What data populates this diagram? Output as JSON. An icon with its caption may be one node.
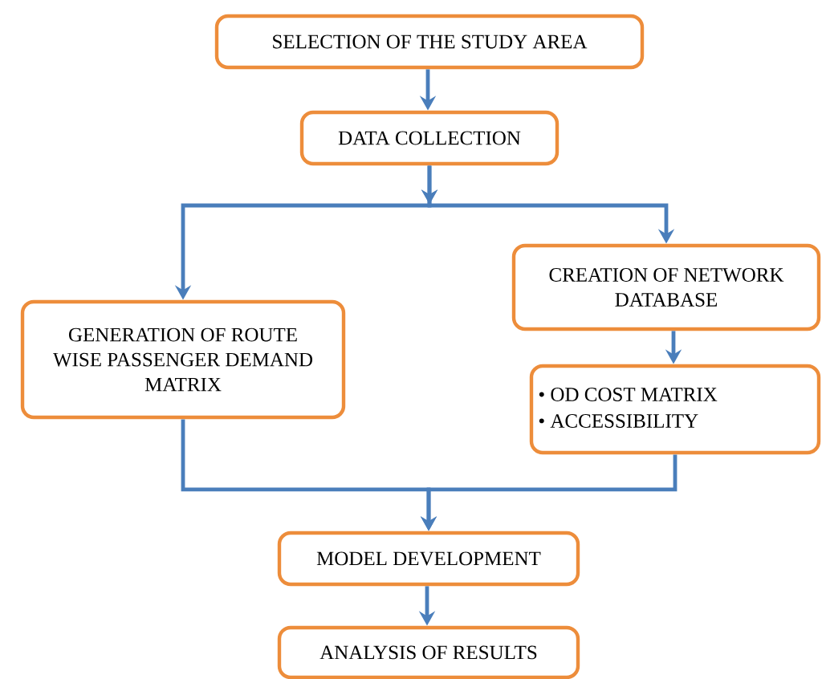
{
  "diagram": {
    "nodes": [
      {
        "text": [
          "SELECTION OF THE STUDY AREA"
        ]
      },
      {
        "text": [
          "DATA COLLECTION"
        ]
      },
      {
        "text": [
          "GENERATION OF ROUTE WISE PASSENGER DEMAND MATRIX"
        ]
      },
      {
        "text": [
          "CREATION OF NETWORK DATABASE"
        ]
      },
      {
        "text": [
          "• OD COST MATRIX",
          "• ACCESSIBILITY"
        ]
      },
      {
        "text": [
          "MODEL DEVELOPMENT"
        ]
      },
      {
        "text": [
          "ANALYSIS OF RESULTS"
        ]
      }
    ],
    "edges": [
      {
        "from": 0,
        "to": 1,
        "arrow": "to"
      },
      {
        "from": 1,
        "to": 2,
        "arrow": "to"
      },
      {
        "from": 1,
        "to": 3,
        "arrow": "to"
      },
      {
        "from": 3,
        "to": 4,
        "arrow": "to"
      },
      {
        "from": 2,
        "to": 5,
        "arrow": "to"
      },
      {
        "from": 4,
        "to": 5,
        "arrow": "to"
      },
      {
        "from": 5,
        "to": 6,
        "arrow": "to"
      }
    ]
  }
}
